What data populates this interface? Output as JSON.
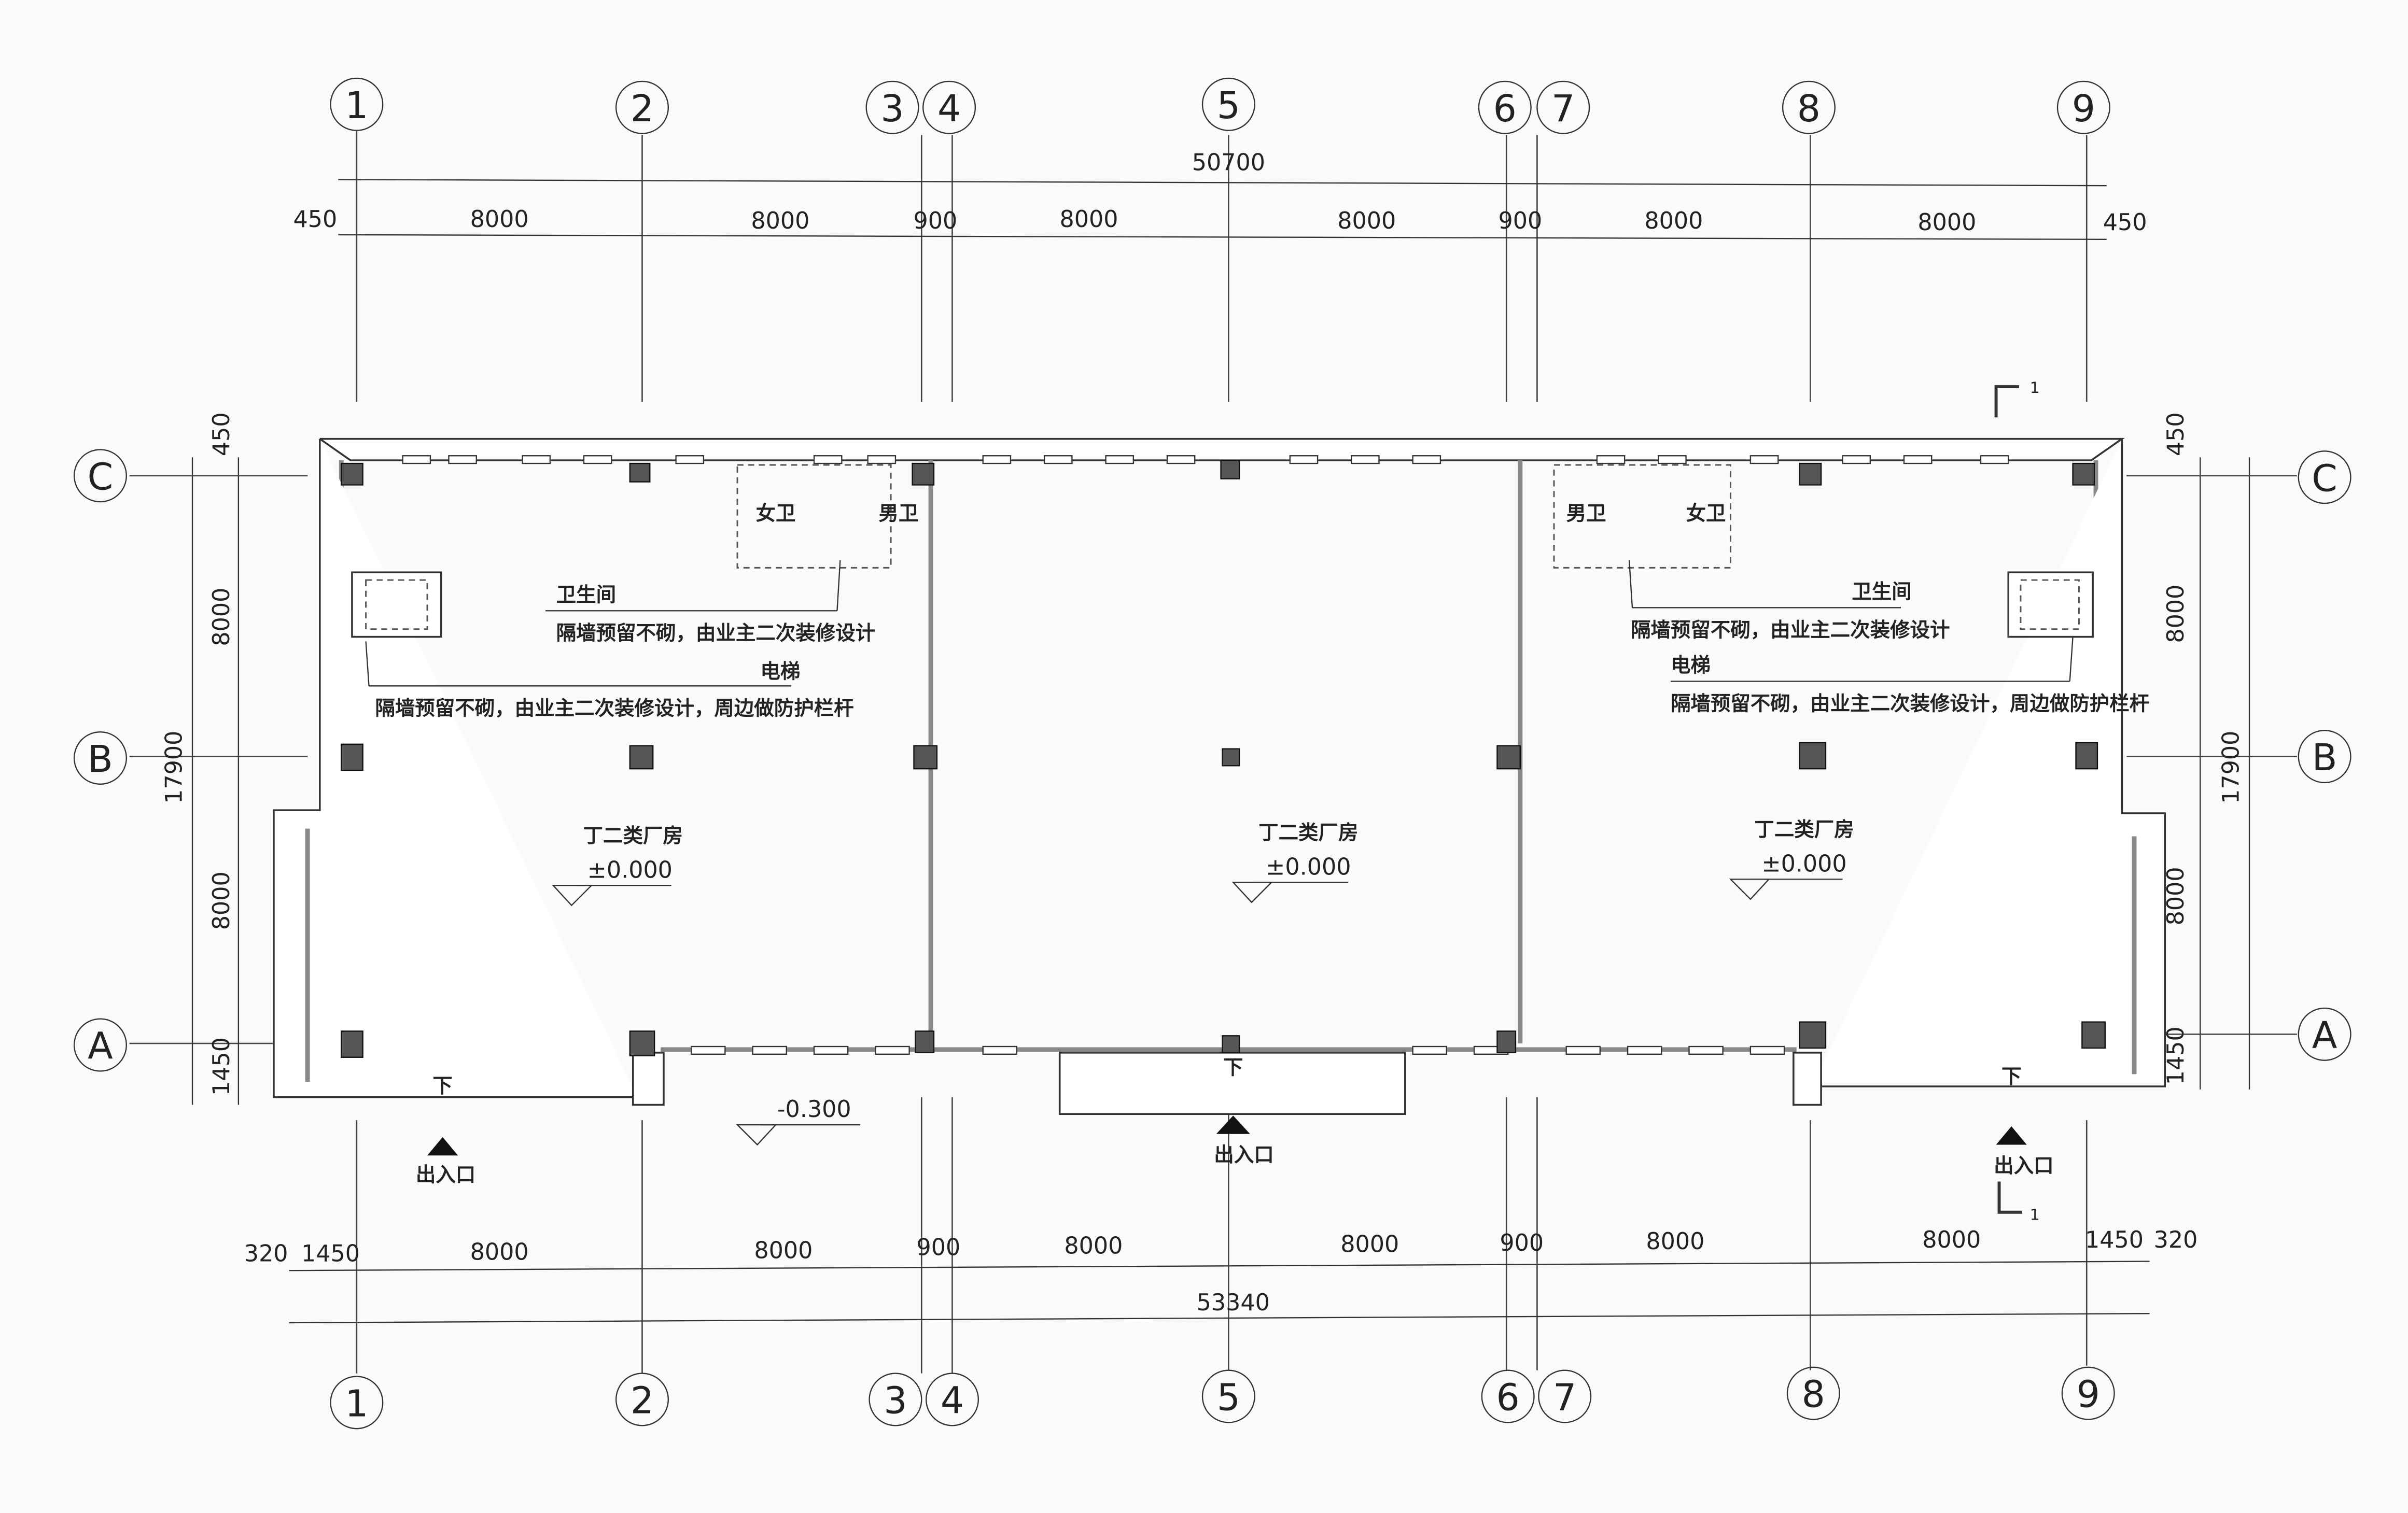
{
  "axes_x": [
    "1",
    "2",
    "3",
    "4",
    "5",
    "6",
    "7",
    "8",
    "9"
  ],
  "axes_y": [
    "C",
    "B",
    "A"
  ],
  "dims_top": {
    "total": "50700",
    "parts": [
      "450",
      "8000",
      "8000",
      "900",
      "8000",
      "8000",
      "900",
      "8000",
      "8000",
      "450"
    ]
  },
  "dims_bottom": {
    "total": "53340",
    "parts": [
      "320",
      "1450",
      "8000",
      "8000",
      "900",
      "8000",
      "8000",
      "900",
      "8000",
      "8000",
      "1450",
      "320"
    ]
  },
  "dims_left": [
    "450",
    "8000",
    "17900",
    "8000",
    "1450"
  ],
  "dims_right": [
    "450",
    "8000",
    "17900",
    "8000",
    "1450"
  ],
  "rooms": [
    {
      "name": "丁二类厂房",
      "level": "±0.000"
    },
    {
      "name": "丁二类厂房",
      "level": "±0.000"
    },
    {
      "name": "丁二类厂房",
      "level": "±0.000"
    }
  ],
  "notes": {
    "toilet": "卫生间",
    "toilet_note": "隔墙预留不砌，由业主二次装修设计",
    "elevator": "电梯",
    "elevator_note": "隔墙预留不砌，由业主二次装修设计，周边做防护栏杆",
    "female": "女卫",
    "male": "男卫"
  },
  "outside_level": "-0.300",
  "entrance": "出入口",
  "down": "下",
  "section_mark": "1"
}
